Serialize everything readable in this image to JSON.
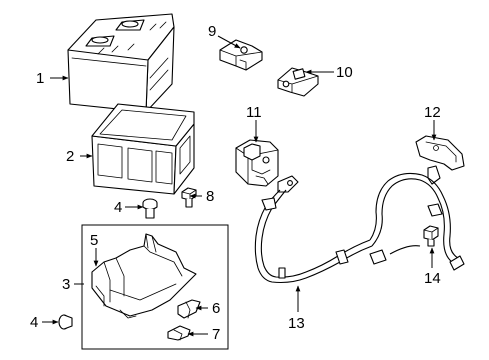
{
  "callouts": {
    "c1": "1",
    "c2": "2",
    "c3": "3",
    "c4a": "4",
    "c4b": "4",
    "c5": "5",
    "c6": "6",
    "c7": "7",
    "c8": "8",
    "c9": "9",
    "c10": "10",
    "c11": "11",
    "c12": "12",
    "c13": "13",
    "c14": "14"
  },
  "colors": {
    "line": "#000000",
    "background": "#ffffff"
  }
}
